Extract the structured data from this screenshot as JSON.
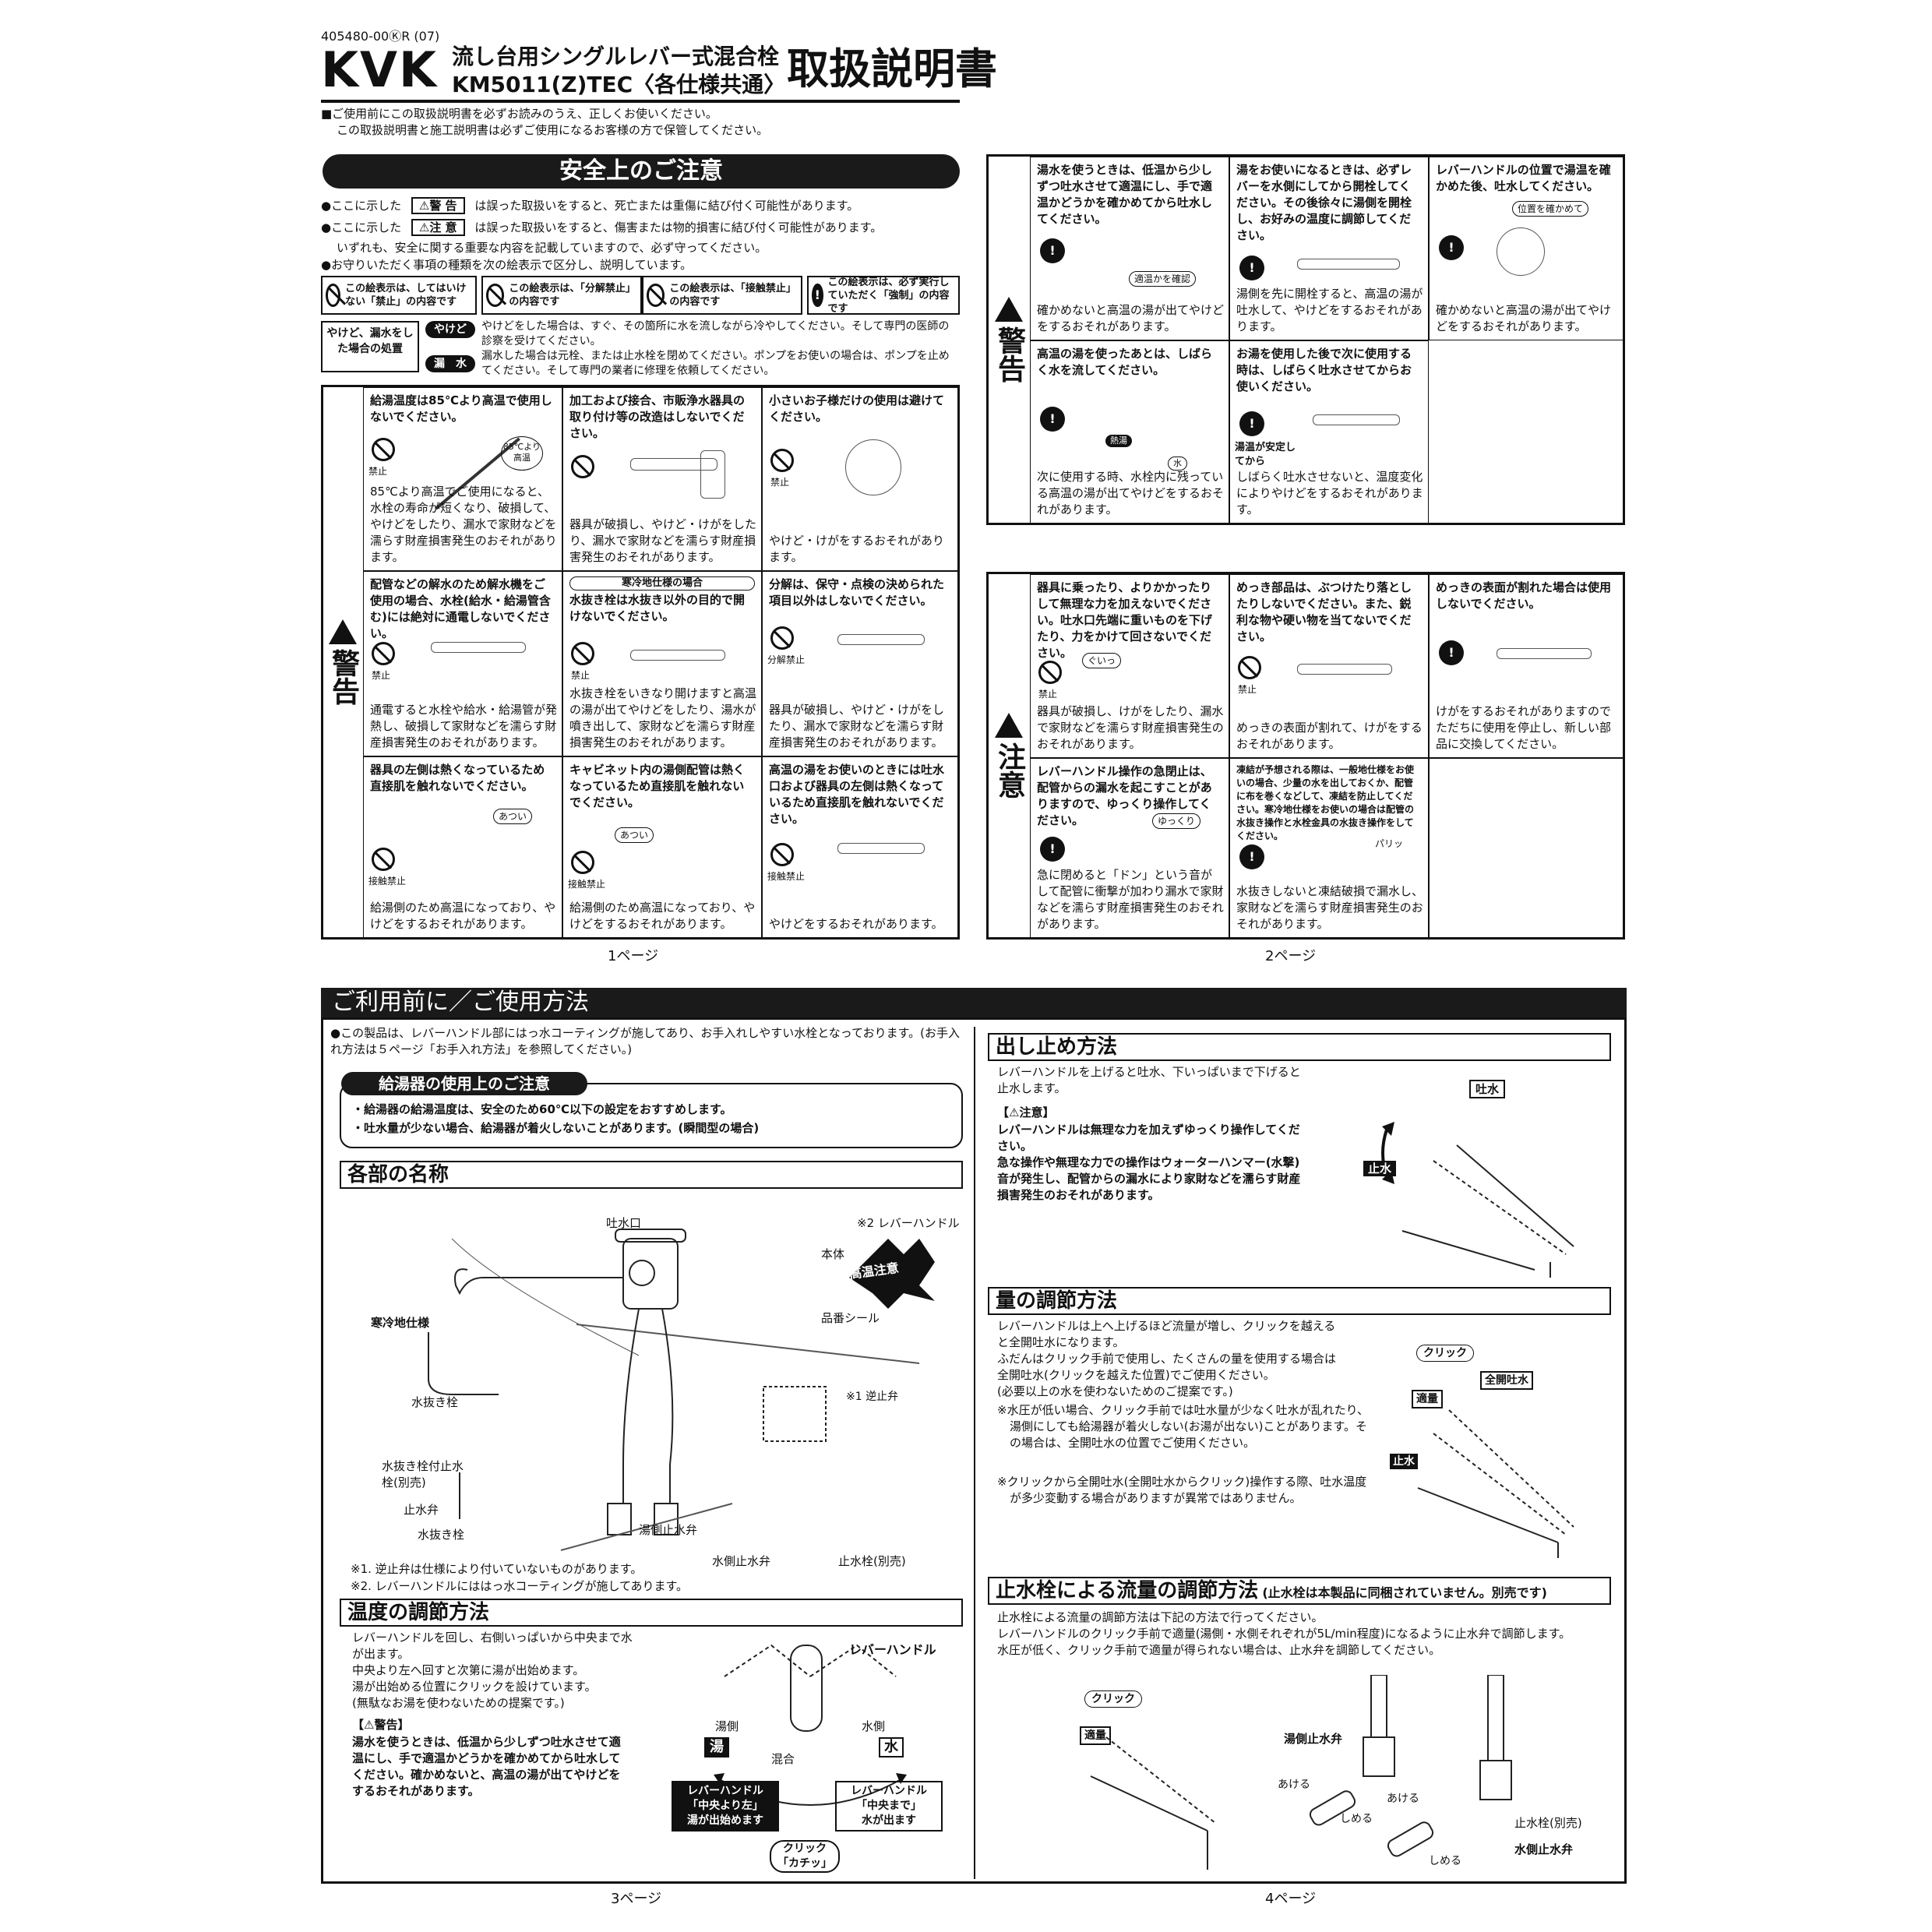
{
  "header": {
    "code": "405480-00ⓀR  (07)",
    "brand": "KVK",
    "title_line1": "流し台用シングルレバー式混合栓",
    "title_line2": "KM5011(Z)TEC〈各仕様共通〉",
    "title_big": "取扱説明書",
    "notice1": "■ご使用前にこの取扱説明書を必ずお読みのうえ、正しくお使いください。",
    "notice2": "この取扱説明書と施工説明書は必ずご使用になるお客様の方で保管してください。"
  },
  "safety": {
    "heading": "安全上のご注意",
    "line1_pre": "●ここに示した",
    "warn_badge": "⚠警 告",
    "line1_post": "は誤った取扱いをすると、死亡または重傷に結び付く可能性があります。",
    "line2_pre": "●ここに示した",
    "caution_badge": "⚠注 意",
    "line2_post": "は誤った取扱いをすると、傷害または物的損害に結び付く可能性があります。",
    "line3": "いずれも、安全に関する重要な内容を記載していますので、必ず守ってください。",
    "line4": "●お守りいただく事項の種類を次の絵表示で区分し、説明しています。",
    "symbols": [
      {
        "label": "この絵表示は、してはいけない「禁止」の内容です"
      },
      {
        "label": "この絵表示は、「分解禁止」の内容です"
      },
      {
        "label": "この絵表示は、「接触禁止」の内容です"
      },
      {
        "label": "この絵表示は、必ず実行していただく「強制」の内容です"
      }
    ],
    "first_aid_label": "やけど、漏水をした場合の処置",
    "burn_tag": "やけど",
    "burn_text": "やけどをした場合は、すぐ、その箇所に水を流しながら冷やしてください。そして専門の医師の診察を受けてください。",
    "leak_tag": "漏　水",
    "leak_text": "漏水した場合は元栓、または止水栓を閉めてください。ポンプをお使いの場合は、ポンプを止めてください。そして専門の業者に修理を依頼してください。",
    "warning_label": "警告",
    "caution_label": "注意",
    "page1_cells": [
      {
        "title": "給湯温度は85℃より高温で使用しないでください。",
        "icon": "禁止",
        "illus": "85℃より高温",
        "body": "85℃より高温でご使用になると、水栓の寿命が短くなり、破損して、やけどをしたり、漏水で家財などを濡らす財産損害発生のおそれがあります。"
      },
      {
        "title": "加工および接合、市販浄水器具の取り付け等の改造はしないでください。",
        "icon": "",
        "illus": "",
        "body": "器具が破損し、やけど・けがをしたり、漏水で家財などを濡らす財産損害発生のおそれがあります。"
      },
      {
        "title": "小さいお子様だけの使用は避けてください。",
        "icon": "禁止",
        "illus": "",
        "body": "やけど・けがをするおそれがあります。"
      },
      {
        "title": "配管などの解水のため解水機をご使用の場合、水栓(給水・給湯管含む)には絶対に通電しないでください。",
        "icon": "禁止",
        "illus": "",
        "body": "通電すると水栓や給水・給湯管が発熱し、破損して家財などを濡らす財産損害発生のおそれがあります。"
      },
      {
        "title": "水抜き栓は水抜き以外の目的で開けないでください。",
        "tag": "寒冷地仕様の場合",
        "icon": "禁止",
        "illus": "",
        "body": "水抜き栓をいきなり開けますと高温の湯が出てやけどをしたり、湯水が噴き出して、家財などを濡らす財産損害発生のおそれがあります。"
      },
      {
        "title": "分解は、保守・点検の決められた項目以外はしないでください。",
        "icon": "分解禁止",
        "illus": "",
        "body": "器具が破損し、やけど・けがをしたり、漏水で家財などを濡らす財産損害発生のおそれがあります。"
      },
      {
        "title": "器具の左側は熱くなっているため直接肌を触れないでください。",
        "icon": "接触禁止",
        "illus": "あつい",
        "body": "給湯側のため高温になっており、やけどをするおそれがあります。"
      },
      {
        "title": "キャビネット内の湯側配管は熱くなっているため直接肌を触れないでください。",
        "icon": "接触禁止",
        "illus": "あつい",
        "body": "給湯側のため高温になっており、やけどをするおそれがあります。"
      },
      {
        "title": "高温の湯をお使いのときには吐水口および器具の左側は熱くなっているため直接肌を触れないでください。",
        "icon": "接触禁止",
        "illus": "",
        "body": "やけどをするおそれがあります。"
      }
    ],
    "page1_label": "1ページ",
    "page2_warn_cells": [
      {
        "title": "湯水を使うときは、低温から少しずつ吐水させて適温にし、手で適温かどうかを確かめてから吐水してください。",
        "illus": "適温かを確認",
        "body": "確かめないと高温の湯が出てやけどをするおそれがあります。"
      },
      {
        "title": "湯をお使いになるときは、必ずレバーを水側にしてから開栓してください。その後徐々に湯側を開栓し、お好みの温度に調節してください。",
        "illus": "",
        "body": "湯側を先に開栓すると、高温の湯が吐水して、やけどをするおそれがあります。"
      },
      {
        "title": "レバーハンドルの位置で湯温を確かめた後、吐水してください。",
        "illus": "位置を確かめて",
        "body": "確かめないと高温の湯が出てやけどをするおそれがあります。"
      },
      {
        "title": "高温の湯を使ったあとは、しばらく水を流してください。",
        "illus_a": "熱湯",
        "illus_b": "水",
        "body": "次に使用する時、水栓内に残っている高温の湯が出てやけどをするおそれがあります。"
      },
      {
        "title": "お湯を使用した後で次に使用する時は、しばらく吐水させてからお使いください。",
        "illus": "湯温が安定してから",
        "body": "しばらく吐水させないと、温度変化によりやけどをするおそれがあります。"
      }
    ],
    "page2_caution_cells": [
      {
        "title": "器具に乗ったり、よりかかったりして無理な力を加えないでください。吐水口先端に重いものを下げたり、力をかけて回さないでください。",
        "icon": "禁止",
        "illus": "ぐいっ",
        "body": "器具が破損し、けがをしたり、漏水で家財などを濡らす財産損害発生のおそれがあります。"
      },
      {
        "title": "めっき部品は、ぶつけたり落としたりしないでください。また、鋭利な物や硬い物を当てないでください。",
        "icon": "禁止",
        "illus": "",
        "body": "めっきの表面が割れて、けがをするおそれがあります。"
      },
      {
        "title": "めっきの表面が割れた場合は使用しないでください。",
        "icon": "",
        "illus": "",
        "body": "けがをするおそれがありますのでただちに使用を停止し、新しい部品に交換してください。"
      },
      {
        "title": "レバーハンドル操作の急閉止は、配管からの漏水を起こすことがありますので、ゆっくり操作してください。",
        "icon": "",
        "illus": "ゆっくり",
        "body": "急に閉めると「ドン」という音がして配管に衝撃が加わり漏水で家財などを濡らす財産損害発生のおそれがあります。"
      },
      {
        "title": "凍結が予想される際は、一般地仕様をお使いの場合、少量の水を出しておくか、配管に布を巻くなどして、凍結を防止してください。寒冷地仕様をお使いの場合は配管の水抜き操作と水栓金具の水抜き操作をしてください。",
        "icon": "",
        "illus": "パリッ",
        "body": "水抜きしないと凍結破損で漏水し、家財などを濡らす財産損害発生のおそれがあります。"
      }
    ],
    "page2_label": "2ページ"
  },
  "usage": {
    "heading": "ご利用前に／ご使用方法",
    "intro": "●この製品は、レバーハンドル部にはっ水コーティングが施してあり、お手入れしやすい水栓となっております。(お手入れ方法は５ページ「お手入れ方法」を参照してください。)",
    "heater_title": "給湯器の使用上のご注意",
    "heater_lines": [
      "・給湯器の給湯温度は、安全のため60℃以下の設定をおすすめします。",
      "・吐水量が少ない場合、給湯器が着火しないことがあります。(瞬間型の場合)"
    ],
    "parts_title": "各部の名称",
    "parts": {
      "spout": "吐水口",
      "lever": "※2 レバーハンドル",
      "body": "本体",
      "hot_badge": "高温注意",
      "seal": "品番シール",
      "check_valve": "※1 逆止弁",
      "hot_stop": "湯側止水弁",
      "cold_stop": "水側止水弁",
      "stop_valve": "止水栓(別売)",
      "cold_region": "寒冷地仕様",
      "drain_plug": "水抜き栓",
      "drain_stop": "水抜き栓付止水栓(別売)",
      "stop_valve2": "止水弁",
      "drain_plug2": "水抜き栓"
    },
    "parts_notes": [
      "※1. 逆止弁は仕様により付いていないものがあります。",
      "※2. レバーハンドルにははっ水コーティングが施してあります。"
    ],
    "temp_title": "温度の調節方法",
    "temp_text": "レバーハンドルを回し、右側いっぱいから中央まで水が出ます。\n中央より左へ回すと次第に湯が出始めます。\n湯が出始める位置にクリックを設けています。\n(無駄なお湯を使わないための提案です。)",
    "temp_warn_title": "【⚠警告】",
    "temp_warn": "湯水を使うときは、低温から少しずつ吐水させて適温にし、手で適温かどうかを確かめてから吐水してください。確かめないと、高温の湯が出てやけどをするおそれがあります。",
    "temp_diagram": {
      "lever": "レバーハンドル",
      "hot_side": "湯側",
      "hot": "湯",
      "mix": "混合",
      "cold_side": "水側",
      "cold": "水",
      "left_box": "レバーハンドル\n「中央より左」\n湯が出始めます",
      "right_box": "レバーハンドル\n「中央まで」\n水が出ます",
      "click_box": "クリック\n「カチッ」"
    },
    "page3_label": "3ページ",
    "onoff_title": "出し止め方法",
    "onoff_text": "レバーハンドルを上げると吐水、下いっぱいまで下げると止水します。",
    "onoff_caution_title": "【⚠注意】",
    "onoff_caution": "レバーハンドルは無理な力を加えずゆっくり操作してください。\n急な操作や無理な力での操作はウォーターハンマー(水撃)音が発生し、配管からの漏水により家財などを濡らす財産損害発生のおそれがあります。",
    "onoff_diagram": {
      "on": "吐水",
      "off": "止水"
    },
    "flow_title": "量の調節方法",
    "flow_text": "レバーハンドルは上へ上げるほど流量が増し、クリックを越えると全開吐水になります。\nふだんはクリック手前で使用し、たくさんの量を使用する場合は全開吐水(クリックを越えた位置)でご使用ください。\n(必要以上の水を使わないためのご提案です。)",
    "flow_note1": "※水圧が低い場合、クリック手前では吐水量が少なく吐水が乱れたり、湯側にしても給湯器が着火しない(お湯が出ない)ことがあります。その場合は、全開吐水の位置でご使用ください。",
    "flow_note2": "※クリックから全開吐水(全開吐水からクリック)操作する際、吐水温度が多少変動する場合がありますが異常ではありません。",
    "flow_diagram": {
      "click": "クリック",
      "full": "全開吐水",
      "proper": "適量",
      "off": "止水"
    },
    "stop_title": "止水栓による流量の調節方法",
    "stop_title_note": "(止水栓は本製品に同梱されていません。別売です)",
    "stop_text": "止水栓による流量の調節方法は下記の方法で行ってください。\nレバーハンドルのクリック手前で適量(湯側・水側それぞれが5L/min程度)になるように止水弁で調節します。\n水圧が低く、クリック手前で適量が得られない場合は、止水弁を調節してください。",
    "stop_diagram": {
      "click": "クリック",
      "proper": "適量",
      "hot_stop": "湯側止水弁",
      "open1": "あける",
      "close1": "しめる",
      "open2": "あける",
      "close2": "しめる",
      "stop_valve": "止水栓(別売)",
      "cold_stop": "水側止水弁"
    },
    "page4_label": "4ページ"
  }
}
